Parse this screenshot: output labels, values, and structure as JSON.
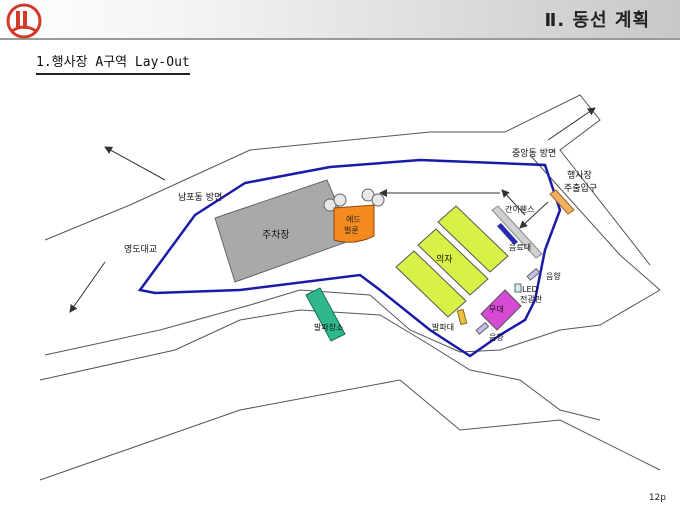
{
  "header": {
    "title": "Ⅱ. 동선 계획"
  },
  "section": {
    "title": "1.행사장  A구역 Lay-Out"
  },
  "labels": {
    "jungang": "중앙동 방면",
    "nampo": "남포동 방면",
    "yeongdo": "영도대교",
    "entrance": "행사장\n주출입구",
    "parking": "주차장",
    "adballoon": "애드\n벌룬",
    "fence": "간이휀스",
    "beverage": "음료대",
    "chairs": "의자",
    "speaker_top": "음향",
    "led": "LED\n전광판",
    "stage": "무대",
    "generator": "발파대",
    "speaker_bottom": "음향",
    "ticket": "발파장소"
  },
  "colors": {
    "route": "#1a1aa8",
    "parking": "#a9a9a9",
    "balloon": "#f58a1f",
    "chairs": "#d9f046",
    "stage": "#d64ad6",
    "ticket": "#2fb88f",
    "entrance": "#f0b060",
    "beverage": "#2a2ab0",
    "fence": "#d0d0d0"
  },
  "page": {
    "number": "12p"
  }
}
